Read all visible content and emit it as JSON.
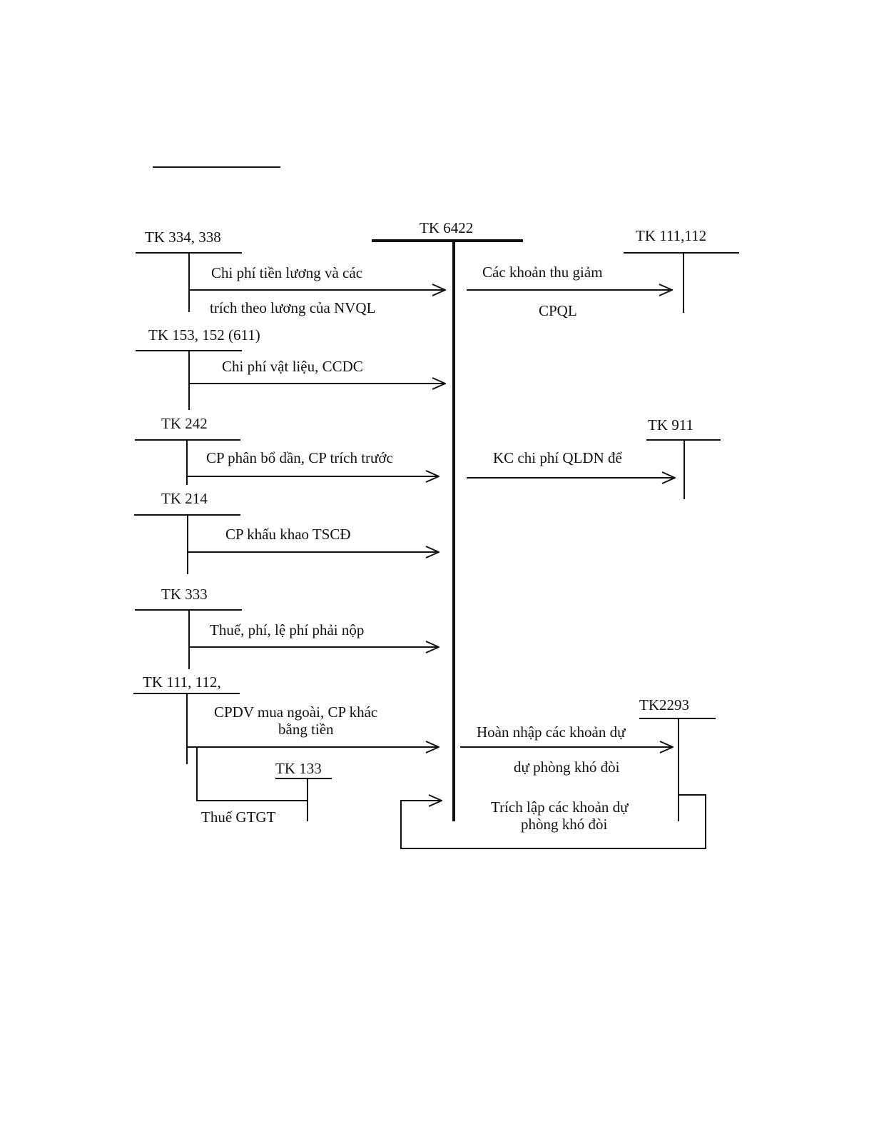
{
  "accounts": {
    "tk6422": "TK 6422",
    "tk334_338": "TK 334, 338",
    "tk153_152_611": "TK 153, 152 (611)",
    "tk242": "TK 242",
    "tk214": "TK 214",
    "tk333": "TK 333",
    "tk111_112_left": "TK 111, 112,",
    "tk133": "TK 133",
    "tk111_112_right": "TK 111,112",
    "tk911": "TK 911",
    "tk2293": "TK2293"
  },
  "flows": {
    "salary_line1": "Chi phí tiền lương  và các",
    "salary_line2": "trích theo lương  của NVQL",
    "materials": "Chi phí vật liệu,  CCDC",
    "allocation": "CP phân bổ dần, CP trích trước",
    "depreciation": "CP khấu khao TSCĐ",
    "taxes": "Thuế, phí, lệ phí phải nộp",
    "services_line1": "CPDV mua ngoài, CP khác",
    "services_line2": "bằng tiền",
    "vat": "Thuế GTGT",
    "reductions_line1": "Các khoản thu giảm",
    "reductions_line2": "CPQL",
    "transfer": "KC  chi phí QLDN  để",
    "reversal_line1": "Hoàn nhập các khoản dự",
    "reversal_line2": "dự phòng khó đòi",
    "provision_line1": "Trích lập các khoản dự",
    "provision_line2": "phòng khó đòi"
  }
}
